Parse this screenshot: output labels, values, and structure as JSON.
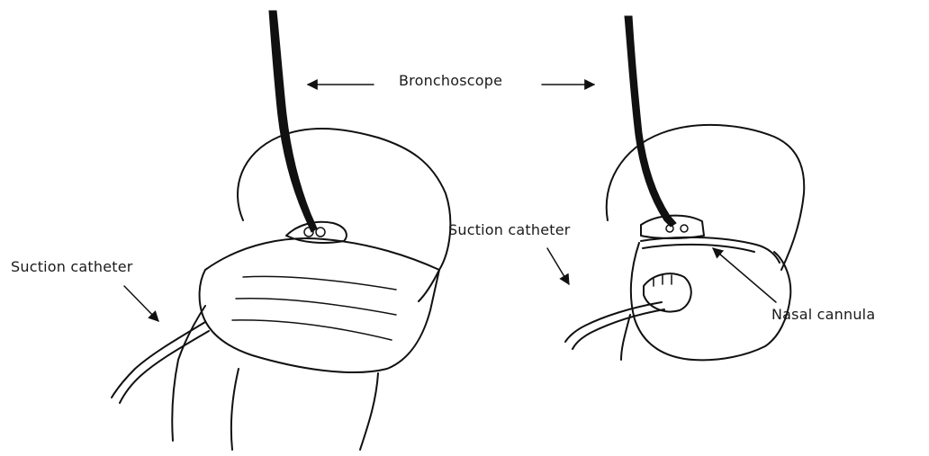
{
  "diagram": {
    "labels": {
      "bronchoscope": "Bronchoscope",
      "suction_catheter_left": "Suction catheter",
      "suction_catheter_right": "Suction catheter",
      "nasal_cannula": "Nasal cannula"
    },
    "panels": [
      "patient-with-face-mask",
      "patient-with-nasal-cannula"
    ]
  }
}
